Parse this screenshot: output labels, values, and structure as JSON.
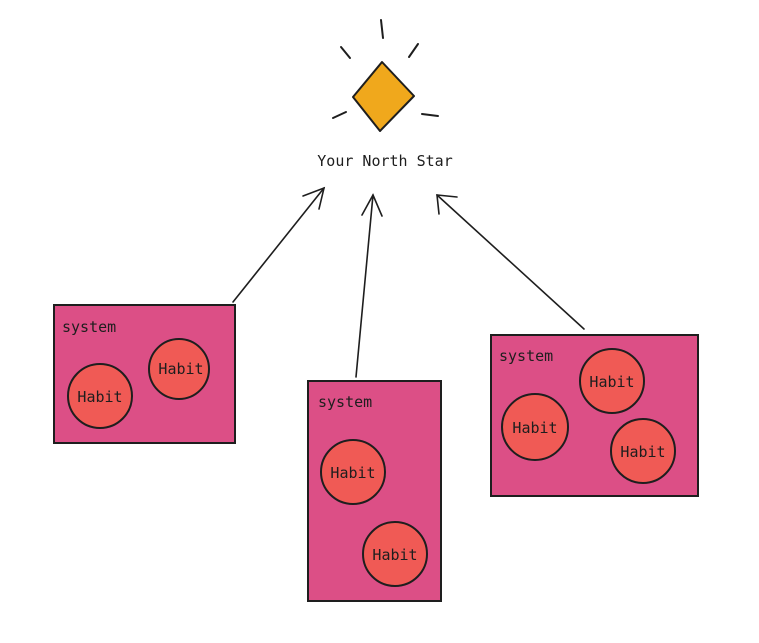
{
  "colors": {
    "star": "#f0a81c",
    "system_fill": "#dc4f86",
    "habit_fill": "#f05a55",
    "stroke": "#1e1e1e"
  },
  "north_star": {
    "label": "Your North Star",
    "icon": "diamond-star-icon"
  },
  "systems": [
    {
      "label": "system",
      "habits": [
        "Habit",
        "Habit"
      ]
    },
    {
      "label": "system",
      "habits": [
        "Habit",
        "Habit"
      ]
    },
    {
      "label": "system",
      "habits": [
        "Habit",
        "Habit",
        "Habit"
      ]
    }
  ]
}
